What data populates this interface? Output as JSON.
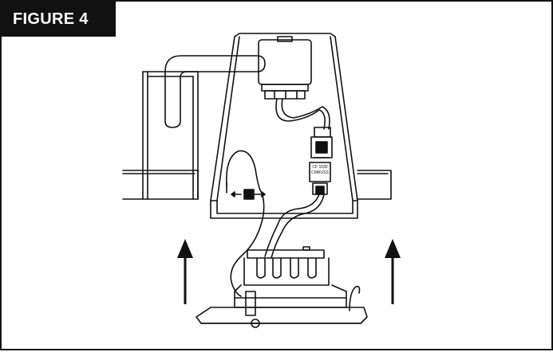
{
  "figure": {
    "title": "FIGURE 4"
  },
  "connector": {
    "label_top": "CF 1030",
    "label_bottom": "CMRUSS"
  },
  "icons": {
    "left_arrow": "up-arrow-icon",
    "right_arrow": "up-arrow-icon"
  },
  "colors": {
    "ink": "#111111",
    "background": "#ffffff"
  }
}
